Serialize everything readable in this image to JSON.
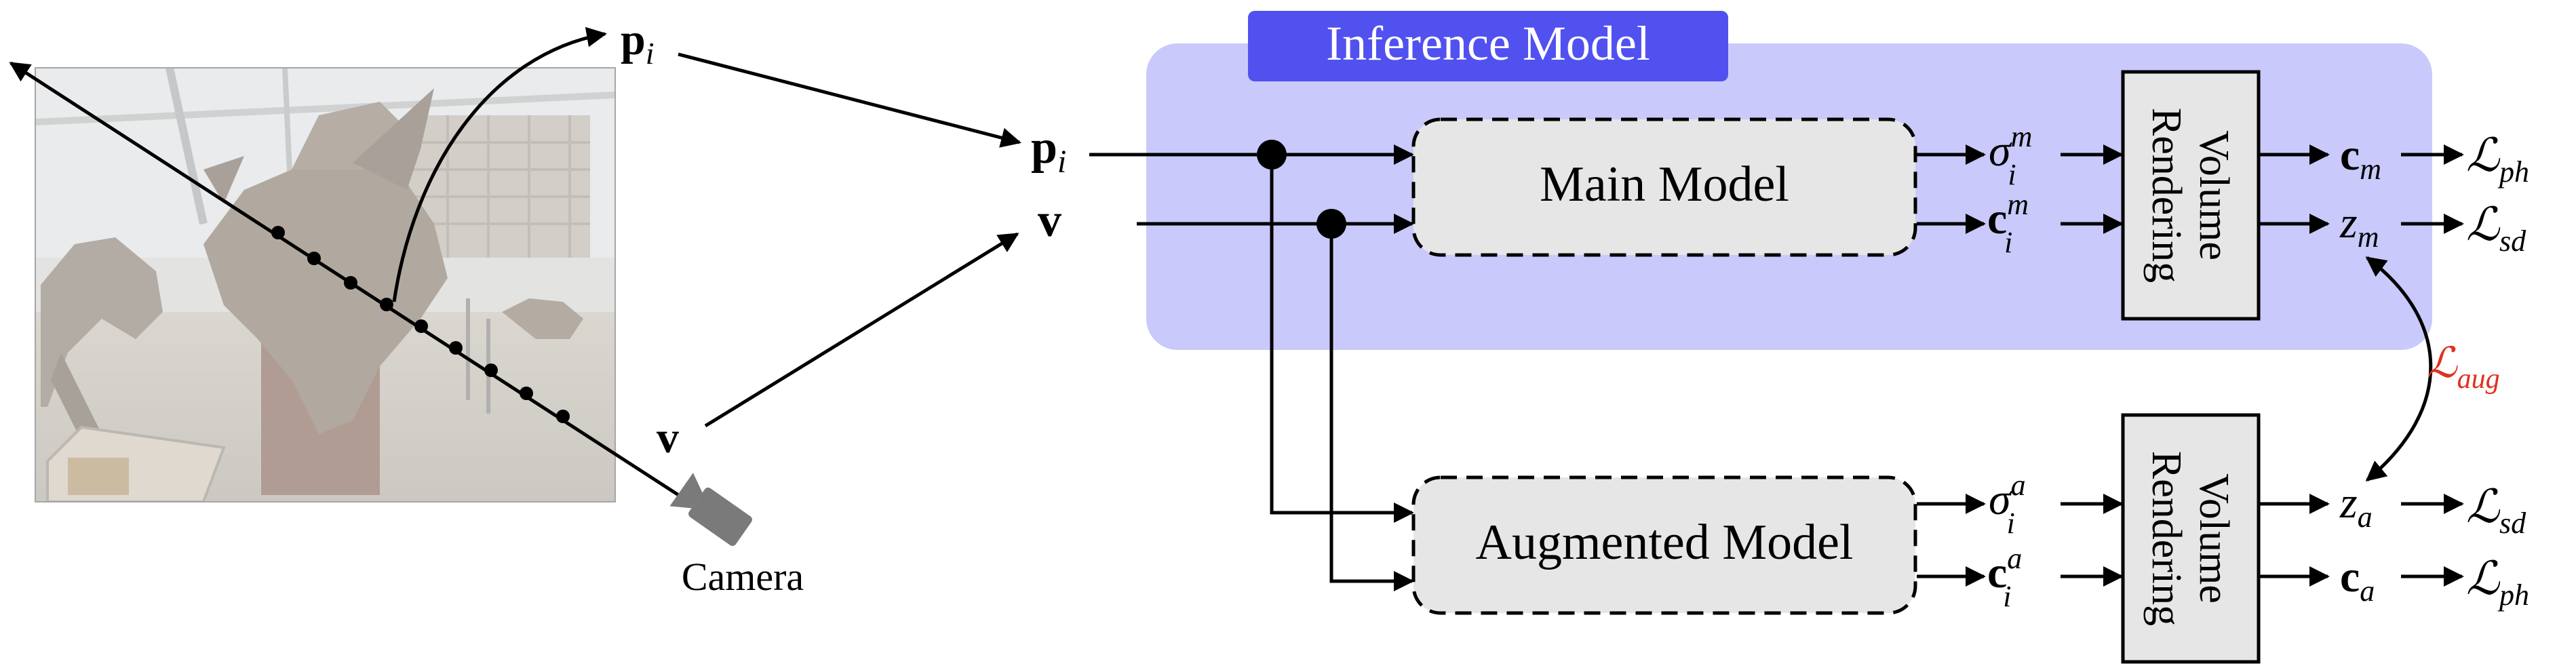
{
  "colors": {
    "inference_bg": "#c9c9fb",
    "inference_title_bg": "#5151f0",
    "model_box_fill": "#e6e6e6",
    "loss_aug": "#e0301e"
  },
  "icons": {
    "camera": "camera-icon",
    "photo": "triceratops-photo"
  },
  "photo": {
    "camera_label": "Camera"
  },
  "inputs": {
    "p_bold": "p",
    "p_sub": "i",
    "v": "v"
  },
  "inference": {
    "title": "Inference Model"
  },
  "main": {
    "model_label": "Main Model",
    "render_l1": "Volume",
    "render_l2": "Rendering",
    "sigma": "σ",
    "sigma_sub": "i",
    "sigma_sup": "m",
    "c": "c",
    "c_sub": "i",
    "c_sup": "m",
    "c_out": "c",
    "c_out_sub": "m",
    "z_out": "z",
    "z_out_sub": "m",
    "loss1": "ℒ",
    "loss1_sub": "ph",
    "loss2": "ℒ",
    "loss2_sub": "sd"
  },
  "aug": {
    "model_label": "Augmented Model",
    "render_l1": "Volume",
    "render_l2": "Rendering",
    "sigma": "σ",
    "sigma_sub": "i",
    "sigma_sup": "a",
    "c": "c",
    "c_sub": "i",
    "c_sup": "a",
    "z_out": "z",
    "z_out_sub": "a",
    "c_out": "c",
    "c_out_sub": "a",
    "loss1": "ℒ",
    "loss1_sub": "sd",
    "loss2": "ℒ",
    "loss2_sub": "ph"
  },
  "loss_aug": {
    "symbol": "ℒ",
    "sub": "aug"
  }
}
